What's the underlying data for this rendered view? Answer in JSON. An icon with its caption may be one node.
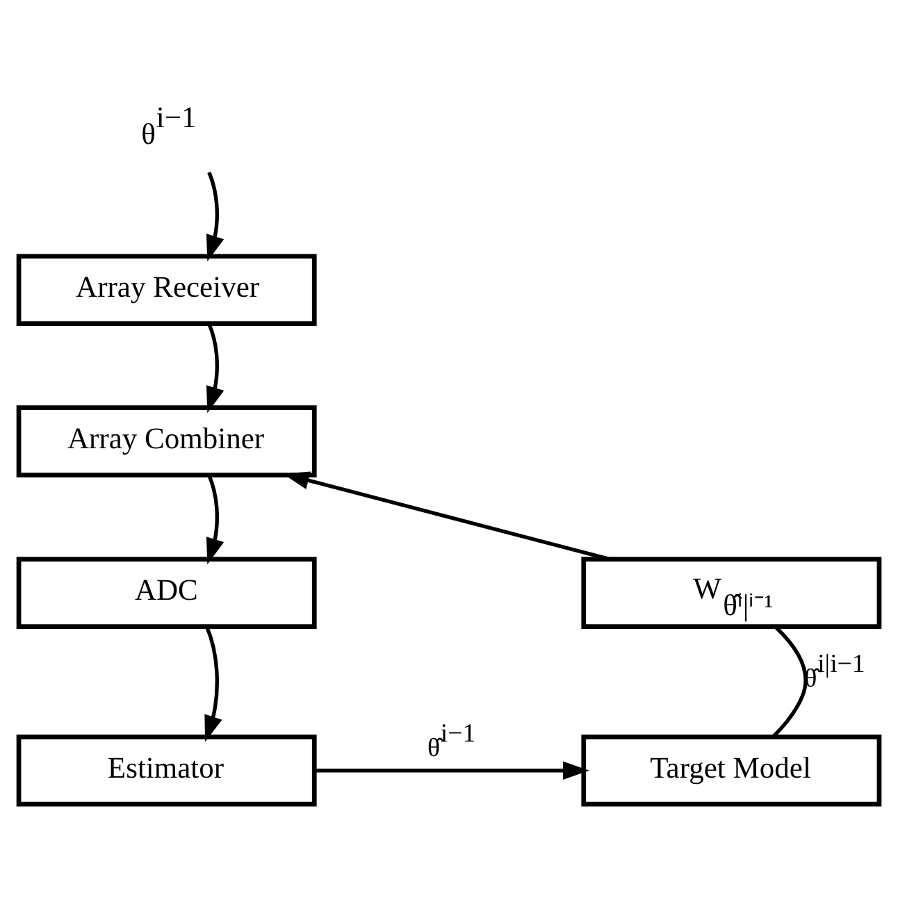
{
  "diagram": {
    "nodes": [
      {
        "text": [
          "θ$^{i−1}$"
        ]
      },
      {
        "text": [
          "Array Receiver"
        ]
      },
      {
        "text": [
          "Array Combiner"
        ]
      },
      {
        "text": [
          "W$_{θ̂ⁱ|ⁱ⁻¹}$"
        ]
      },
      {
        "text": [
          "ADC"
        ]
      },
      {
        "text": [
          "Target Model"
        ]
      },
      {
        "text": [
          "Estimator"
        ]
      }
    ],
    "edges": [
      {
        "from": 0,
        "to": 1,
        "arrow": "to"
      },
      {
        "from": 1,
        "to": 2,
        "arrow": "to"
      },
      {
        "from": 2,
        "to": 4,
        "arrow": "to"
      },
      {
        "from": 4,
        "to": 6,
        "arrow": "to"
      },
      {
        "from": 6,
        "to": 5,
        "arrow": "to",
        "label": "θ̂$^{i−1}$"
      },
      {
        "from": 5,
        "to": 3,
        "arrow": "none",
        "label": "θ̂$^{i|i−1}$"
      },
      {
        "from": 3,
        "to": 2,
        "arrow": "to"
      }
    ]
  }
}
